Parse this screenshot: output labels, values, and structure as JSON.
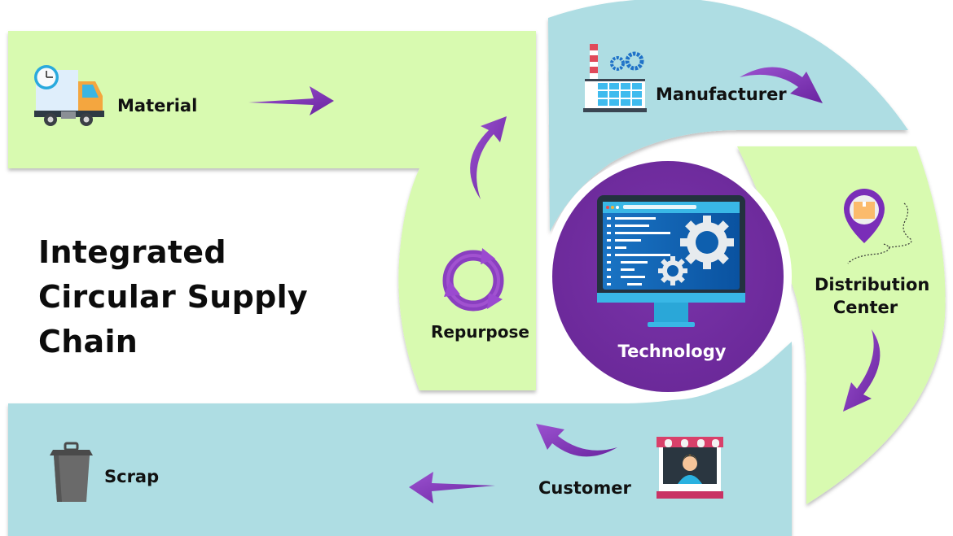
{
  "title": {
    "lines": [
      "Integrated",
      "Circular Supply",
      "Chain"
    ]
  },
  "stages": {
    "material": {
      "label": "Material",
      "icon": "delivery-truck-clock-icon"
    },
    "manufacturer": {
      "label": "Manufacturer",
      "icon": "factory-gears-icon"
    },
    "distribution": {
      "label_line1": "Distribution",
      "label_line2": "Center",
      "icon": "location-pin-box-icon"
    },
    "customer": {
      "label": "Customer",
      "icon": "storefront-person-icon"
    },
    "scrap": {
      "label": "Scrap",
      "icon": "trash-bin-icon"
    },
    "repurpose": {
      "label": "Repurpose",
      "icon": "recycle-cycle-arrows-icon"
    }
  },
  "center": {
    "label": "Technology",
    "icon": "monitor-gears-icon"
  },
  "colors": {
    "green_band": "#d8fab0",
    "blue_band": "#aedde3",
    "purple_accent": "#7030a0",
    "arrow_purple": "#8a3fc0",
    "text": "#111111"
  }
}
